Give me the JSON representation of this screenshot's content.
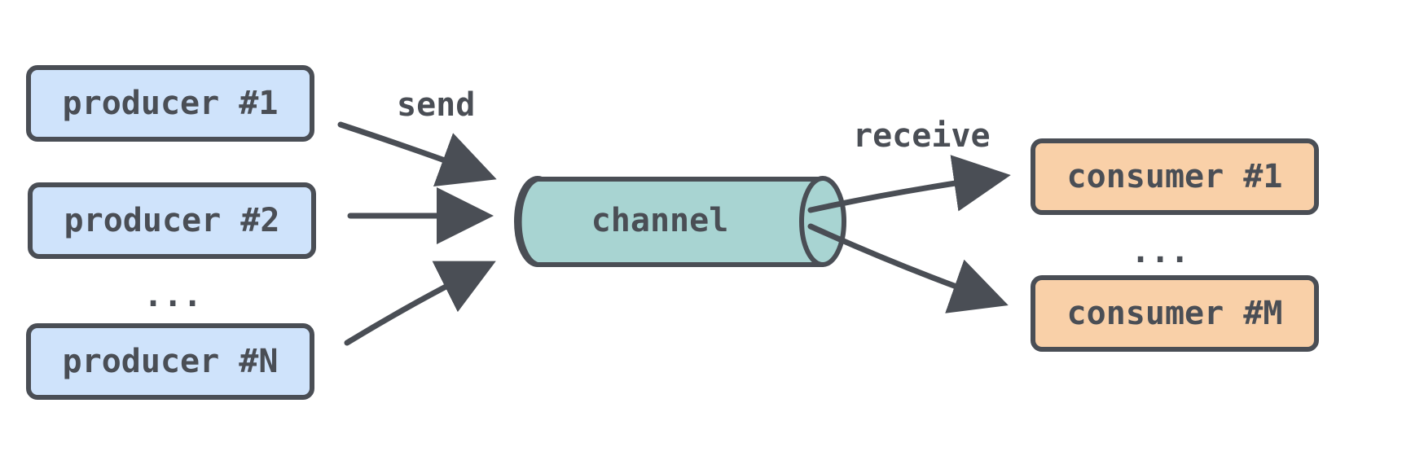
{
  "producers": [
    {
      "label": "producer #1"
    },
    {
      "label": "producer #2"
    },
    {
      "label": "producer #N"
    }
  ],
  "producer_ellipsis": "...",
  "consumers": [
    {
      "label": "consumer #1"
    },
    {
      "label": "consumer #M"
    }
  ],
  "consumer_ellipsis": "...",
  "channel": {
    "label": "channel"
  },
  "edges": {
    "send_label": "send",
    "receive_label": "receive"
  },
  "colors": {
    "producer_fill": "#cfe3fb",
    "consumer_fill": "#f9d0a8",
    "channel_fill": "#a8d4d2",
    "stroke": "#4a4e55"
  }
}
